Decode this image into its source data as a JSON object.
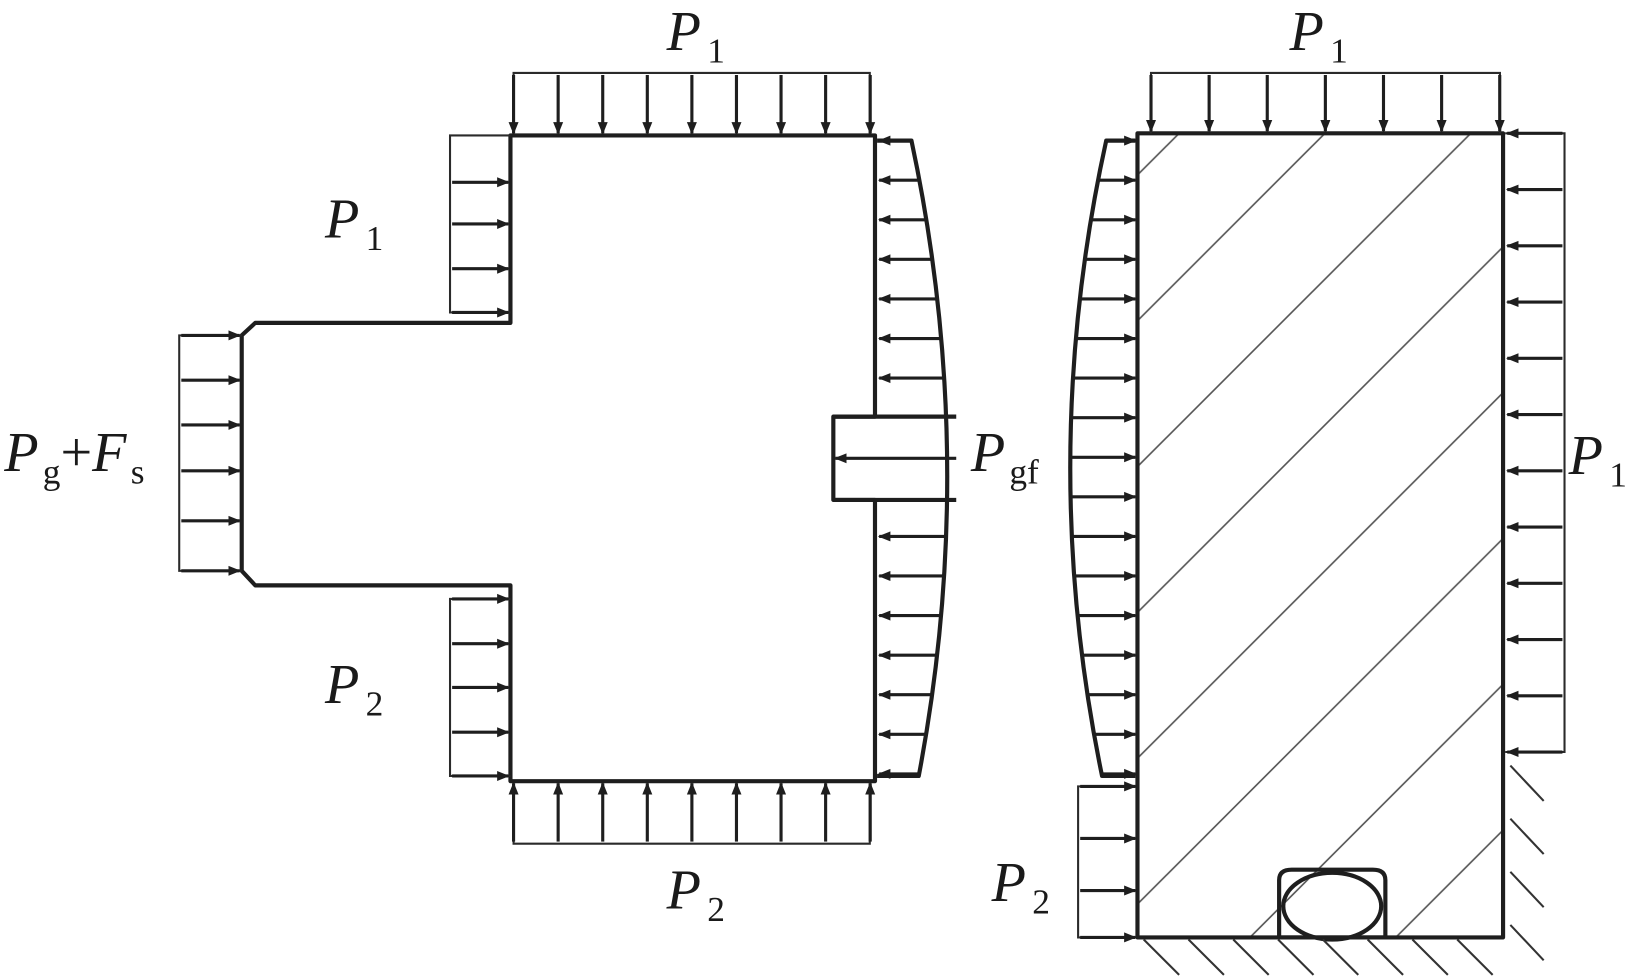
{
  "figure": {
    "labels": {
      "left_top": {
        "main": "P",
        "sub": "1"
      },
      "left_upper_step": {
        "main": "P",
        "sub": "1"
      },
      "left_stem": {
        "main": "P",
        "sub": "g",
        "plus": "+",
        "main2": "F",
        "sub2": "s"
      },
      "left_lower_step": {
        "main": "P",
        "sub": "2"
      },
      "left_bottom": {
        "main": "P",
        "sub": "2"
      },
      "gap": {
        "main": "P",
        "sub": "gf"
      },
      "right_top": {
        "main": "P",
        "sub": "1"
      },
      "right_side": {
        "main": "P",
        "sub": "1"
      },
      "right_lower_left": {
        "main": "P",
        "sub": "2"
      }
    },
    "colors": {
      "line": "#1e1e1e",
      "hatch": "#8a7272"
    }
  }
}
